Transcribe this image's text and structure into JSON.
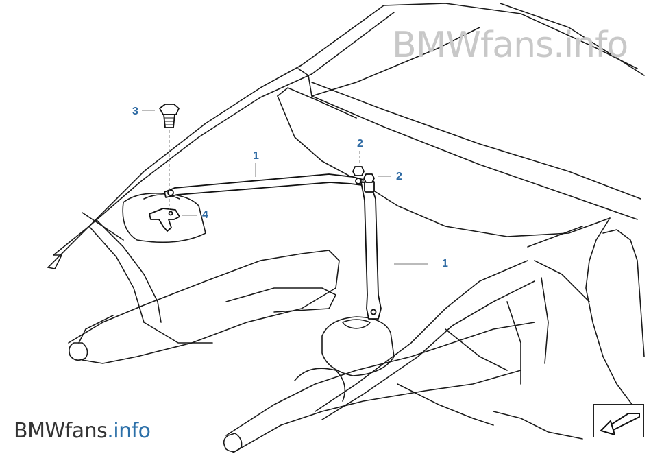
{
  "watermark": {
    "top_text": "BMWfans.info",
    "bottom_brand": "BMWfans",
    "bottom_suffix": ".info",
    "top_color": "#c8c8c8",
    "brand_color": "#333333",
    "suffix_color": "#2b6fa8"
  },
  "callout_color": "#2e6aa3",
  "callouts": [
    {
      "id": "bolt",
      "label": "3"
    },
    {
      "id": "upper-strut",
      "label": "1"
    },
    {
      "id": "nut-top",
      "label": "2"
    },
    {
      "id": "nut-side",
      "label": "2"
    },
    {
      "id": "bracket",
      "label": "4"
    },
    {
      "id": "vertical-strut",
      "label": "1"
    }
  ],
  "nav_icon": "arrow-down-left-icon"
}
